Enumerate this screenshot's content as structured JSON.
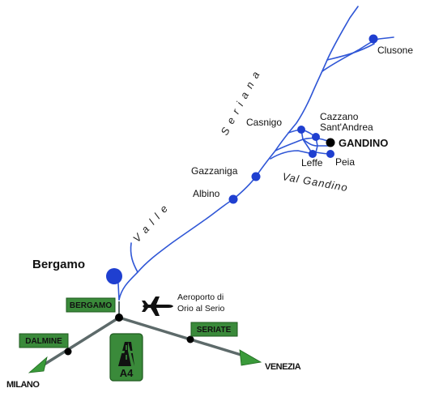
{
  "colors": {
    "river": "#2f56d6",
    "town_dot": "#1f3fd0",
    "gandino_dot": "#000000",
    "highway": "#5d6a6a",
    "sign_green": "#3a8a3a",
    "arrow_green": "#3a9a3a"
  },
  "labels": {
    "valle": "Valle",
    "seriana": "Seriana",
    "val_gandino": "Val Gandino",
    "clusone": "Clusone",
    "casnigo": "Casnigo",
    "cazzano_line1": "Cazzano",
    "cazzano_line2": "Sant'Andrea",
    "gandino": "GANDINO",
    "leffe": "Leffe",
    "peia": "Peia",
    "gazzaniga": "Gazzaniga",
    "albino": "Albino",
    "bergamo_city": "Bergamo",
    "airport_line1": "Aeroporto di",
    "airport_line2": "Orio al Serio"
  },
  "signs": {
    "bergamo": "BERGAMO",
    "dalmine": "DALMINE",
    "seriate": "SERIATE",
    "highway": "A4"
  },
  "destinations": {
    "milano": "MILANO",
    "venezia": "VENEZIA"
  },
  "icons": {
    "airplane": "airplane-icon",
    "motorway": "motorway-icon"
  }
}
